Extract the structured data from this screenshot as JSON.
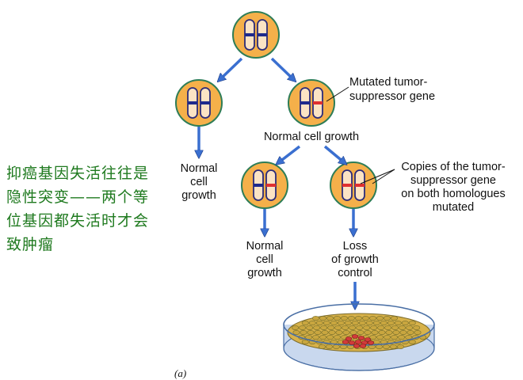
{
  "side_caption": "抑癌基因失活往往是隐性突变——两个等位基因都失活时才会致肿瘤",
  "labels": {
    "mutated_tumor": "Mutated tumor-",
    "suppressor_gene": "suppressor gene",
    "normal_cell_growth_top": "Normal cell growth",
    "left_normal_1": "Normal",
    "left_cell": "cell",
    "left_growth": "growth",
    "copies_1": "Copies of the tumor-",
    "copies_2": "suppressor gene",
    "copies_3": "on both homologues",
    "copies_4": "mutated",
    "mid_normal_1": "Normal",
    "mid_cell": "cell",
    "mid_growth": "growth",
    "loss_1": "Loss",
    "loss_2": "of growth",
    "loss_3": "control",
    "figure_label": "(a)"
  },
  "colors": {
    "cell_fill": "#f5b04a",
    "cell_stroke": "#2e7d57",
    "chromosome_stroke": "#2b2b7a",
    "normal_band": "#1e2a8c",
    "mutant_band": "#e03030",
    "arrow": "#3a6fd0",
    "caption": "#1f7a1f"
  },
  "cells": [
    {
      "name": "cell-top",
      "bands": [
        "normal",
        "normal"
      ]
    },
    {
      "name": "cell-left-1",
      "bands": [
        "normal",
        "normal"
      ]
    },
    {
      "name": "cell-right-1",
      "bands": [
        "normal",
        "mutant"
      ]
    },
    {
      "name": "cell-left-2",
      "bands": [
        "normal",
        "mutant"
      ]
    },
    {
      "name": "cell-right-2",
      "bands": [
        "mutant",
        "mutant"
      ]
    }
  ]
}
